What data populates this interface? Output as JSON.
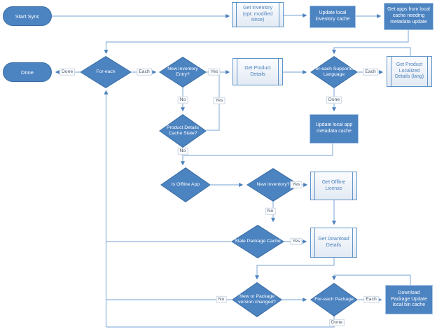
{
  "palette": {
    "shape_fill": "#4c83c1",
    "shape_border": "#3a6ea5",
    "process_border_light": "#a9c7e6",
    "subprocess_border": "#5f93c6",
    "subprocess_text": "#4a80bc",
    "connector": "#8fb3dc",
    "arrowhead": "#4a80bc",
    "edge_label_text": "#44546a"
  },
  "nodes": {
    "start_sync": {
      "label": "Start Sync",
      "type": "terminator"
    },
    "done": {
      "label": "Done",
      "type": "terminator"
    },
    "get_inventory": {
      "label": "Get Inventory (opt: modified since)",
      "type": "subprocess"
    },
    "update_local_inventory_cache": {
      "label": "Update local inventory cache",
      "type": "process"
    },
    "get_apps_needing_metadata_update": {
      "label": "Get apps from local cache needing metadata update",
      "type": "process"
    },
    "for_each": {
      "label": "For-each",
      "type": "decision"
    },
    "new_inventory_entry": {
      "label": "New Inventory Entry?",
      "type": "decision"
    },
    "get_product_details": {
      "label": "Get Product Details",
      "type": "subprocess"
    },
    "for_each_supported_language": {
      "label": "For-each Supported Language",
      "type": "decision"
    },
    "get_product_localized_details": {
      "label": "Get Product Localized Details (lang)",
      "type": "subprocess"
    },
    "product_details_cache_stale": {
      "label": "Product Details Cache Stale?",
      "type": "decision"
    },
    "update_local_app_metadata_cache": {
      "label": "Update local app metadata cache",
      "type": "process"
    },
    "is_offline_app": {
      "label": "Is Offline App",
      "type": "decision"
    },
    "new_inventory": {
      "label": "New inventory?",
      "type": "decision"
    },
    "get_offline_license": {
      "label": "Get Offline License",
      "type": "subprocess"
    },
    "stale_package_cache": {
      "label": "Stale Package Cache",
      "type": "decision"
    },
    "get_download_details": {
      "label": "Get Download Details",
      "type": "subprocess"
    },
    "new_or_package_version_changed": {
      "label": "New or Package version changed?",
      "type": "decision"
    },
    "for_each_package": {
      "label": "For-each Package",
      "type": "decision"
    },
    "download_package": {
      "label": "Download Package Update local bin cache",
      "type": "process"
    }
  },
  "edge_labels": {
    "for_each_done": "Done",
    "for_each_each": "Each",
    "new_inventory_entry_yes": "Yes",
    "new_inventory_entry_no": "No",
    "cache_stale_yes": "Yes",
    "cache_stale_no": "No",
    "supported_language_each": "Each",
    "supported_language_done": "Done",
    "new_inventory_yes": "Yes",
    "new_inventory_no": "No",
    "stale_package_yes": "Yes",
    "version_changed_no": "No",
    "for_each_package_each": "Each",
    "for_each_package_done": "Done"
  }
}
